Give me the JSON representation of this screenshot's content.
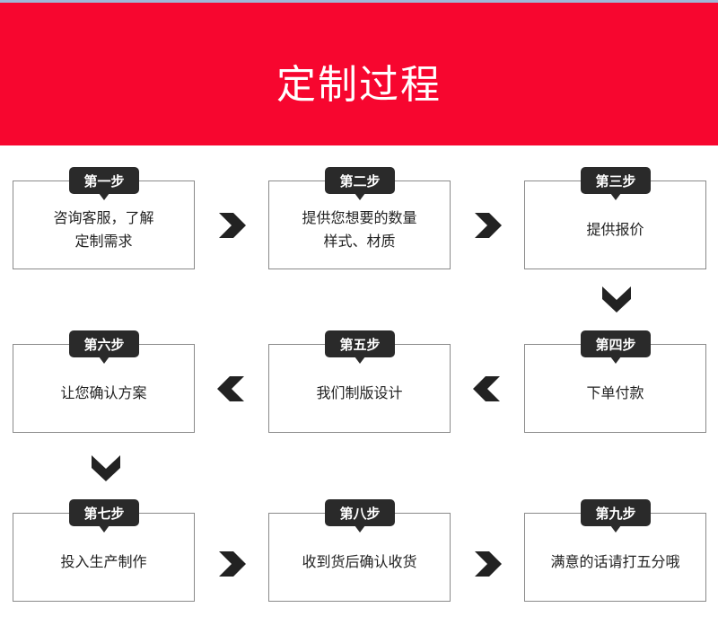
{
  "header": {
    "title": "定制过程",
    "background_color": "#f7062f"
  },
  "steps": [
    {
      "label": "第一步",
      "lines": [
        "咨询客服，了解",
        "定制需求"
      ]
    },
    {
      "label": "第二步",
      "lines": [
        "提供您想要的数量",
        "样式、材质"
      ]
    },
    {
      "label": "第三步",
      "lines": [
        "提供报价"
      ]
    },
    {
      "label": "第四步",
      "lines": [
        "下单付款"
      ]
    },
    {
      "label": "第五步",
      "lines": [
        "我们制版设计"
      ]
    },
    {
      "label": "第六步",
      "lines": [
        "让您确认方案"
      ]
    },
    {
      "label": "第七步",
      "lines": [
        "投入生产制作"
      ]
    },
    {
      "label": "第八步",
      "lines": [
        "收到货后确认收货"
      ]
    },
    {
      "label": "第九步",
      "lines": [
        "满意的话请打五分哦"
      ]
    }
  ],
  "arrows": [
    "chevron-right",
    "chevron-right",
    "chevron-down",
    "chevron-left",
    "chevron-left",
    "chevron-down",
    "chevron-right",
    "chevron-right"
  ]
}
